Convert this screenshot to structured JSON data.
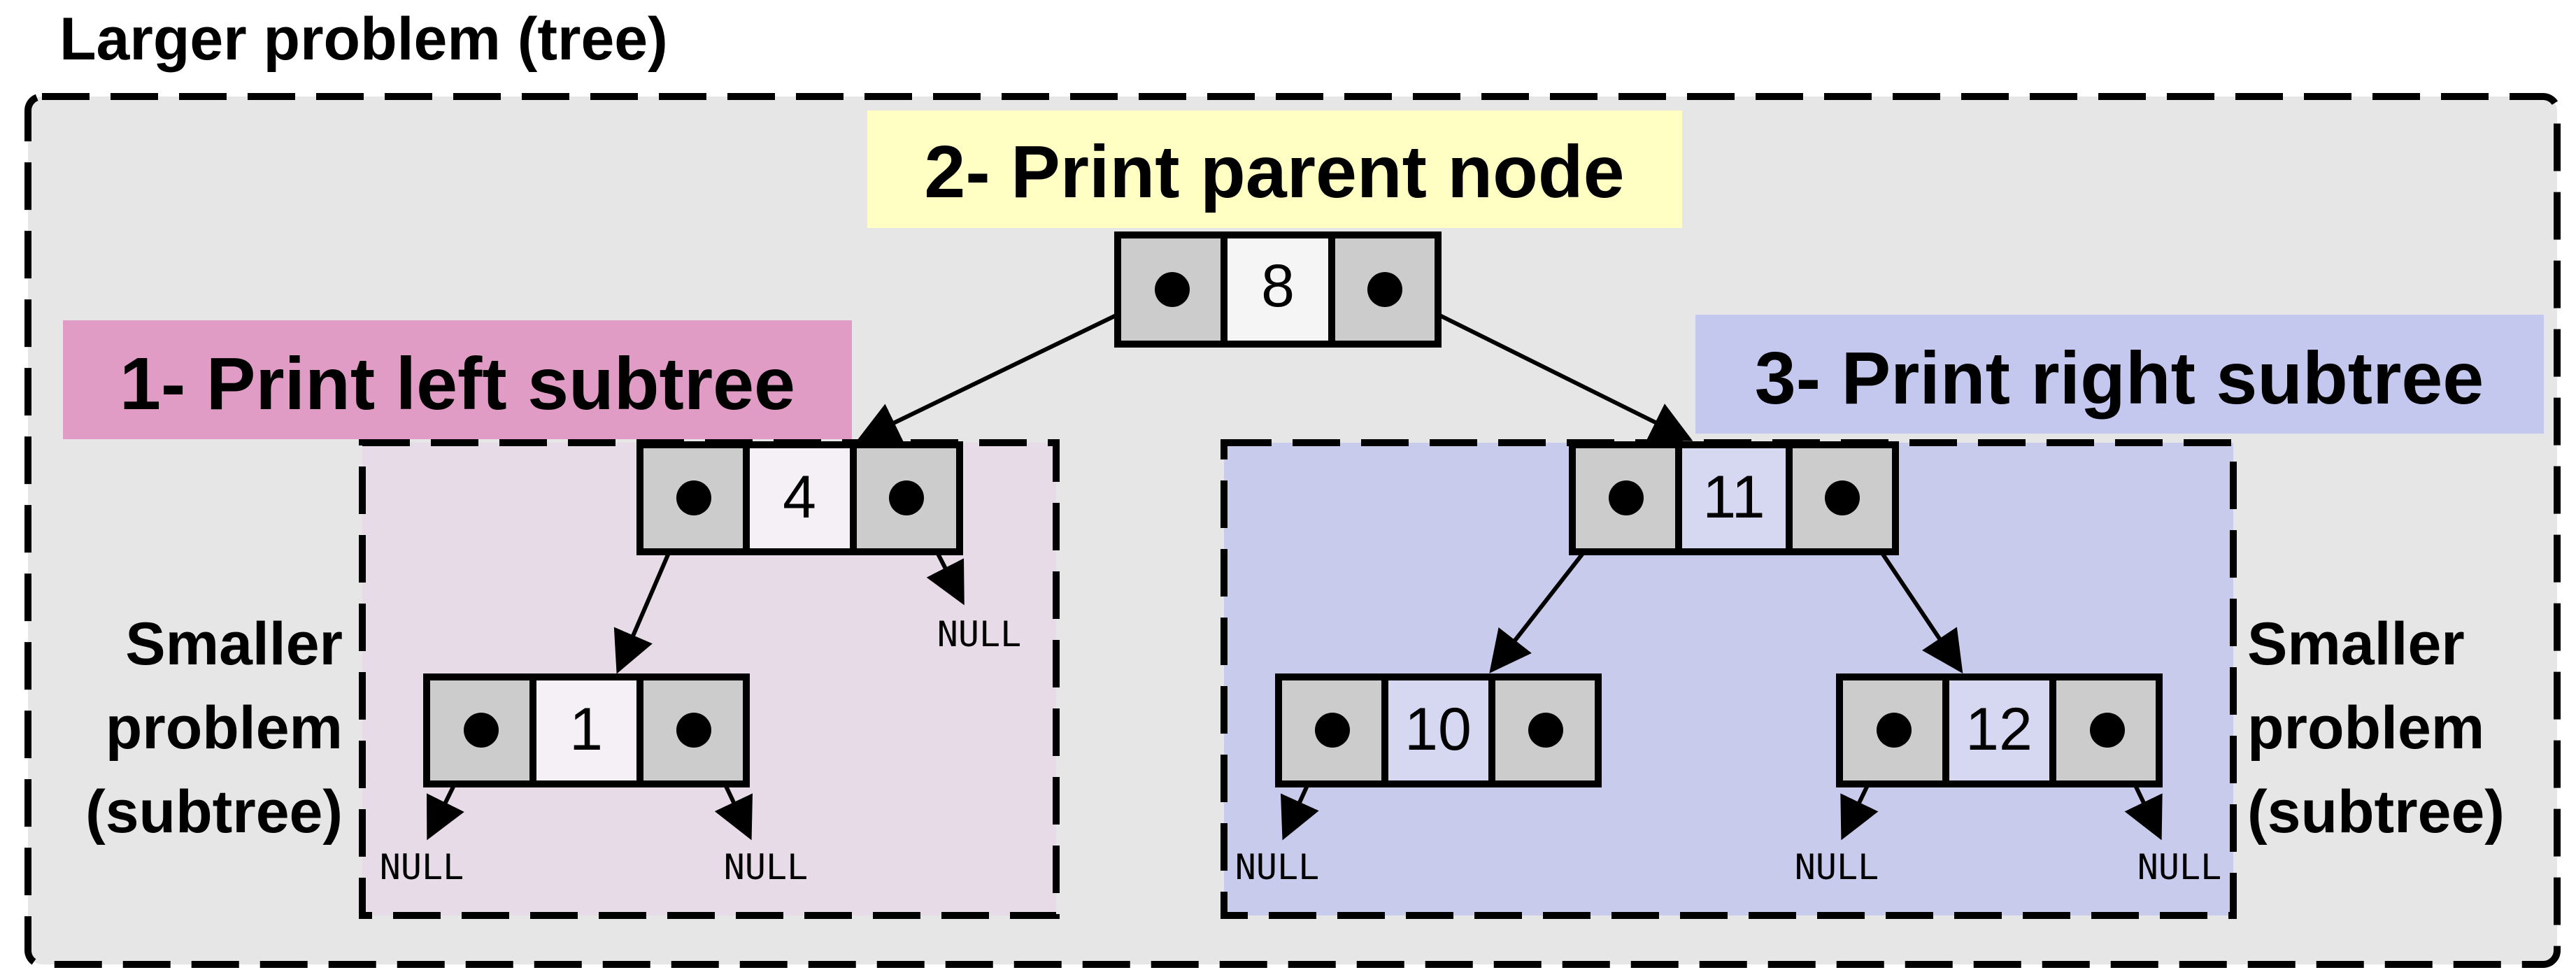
{
  "title": "Larger problem (tree)",
  "steps": {
    "parent": "2- Print parent node",
    "left": "1- Print left subtree",
    "right": "3- Print right subtree"
  },
  "subproblem_label": [
    "Smaller",
    "problem",
    "(subtree)"
  ],
  "null_label": "NULL",
  "tree": {
    "root": {
      "value": "8"
    },
    "left": {
      "value": "4",
      "left": "1",
      "right": "NULL"
    },
    "right": {
      "value": "11",
      "left": "10",
      "right": "12"
    },
    "leaf_1": {
      "left": "NULL",
      "right": "NULL"
    },
    "leaf_10": {
      "left": "NULL",
      "right": ""
    },
    "leaf_12": {
      "left": "NULL",
      "right": "NULL"
    }
  },
  "colors": {
    "outer_background": "#e6e6e6",
    "left_subtree_background": "#e8dbe8",
    "right_subtree_background": "#c9cbec",
    "parent_label_highlight": "#ffffc4",
    "left_label_highlight": "#e09cc4",
    "right_label_highlight": "#c4c7ee",
    "pointer_cell": "#cccccc"
  }
}
